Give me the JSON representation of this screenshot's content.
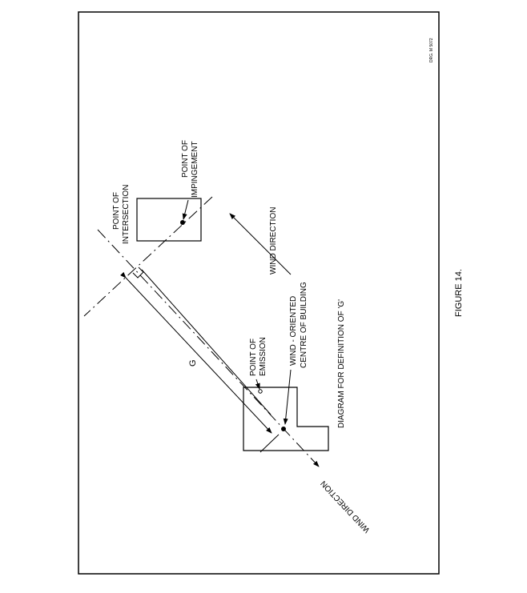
{
  "drawing_ref": "DRG. M 5072",
  "labels": {
    "intersection_1": "POINT OF",
    "intersection_2": "INTERSECTION",
    "impingement_1": "POINT OF",
    "impingement_2": "IMPINGEMENT",
    "wind_direction_upper": "WIND DIRECTION",
    "wind_direction_lower": "WIND DIRECTION",
    "emission_1": "POINT OF",
    "emission_2": "EMISSION",
    "centre_1": "WIND - ORIENTED",
    "centre_2": "CENTRE OF BUILDING",
    "dimension": "G",
    "caption": "DIAGRAM FOR DEFINITION OF 'G'",
    "figure": "FIGURE 14."
  }
}
